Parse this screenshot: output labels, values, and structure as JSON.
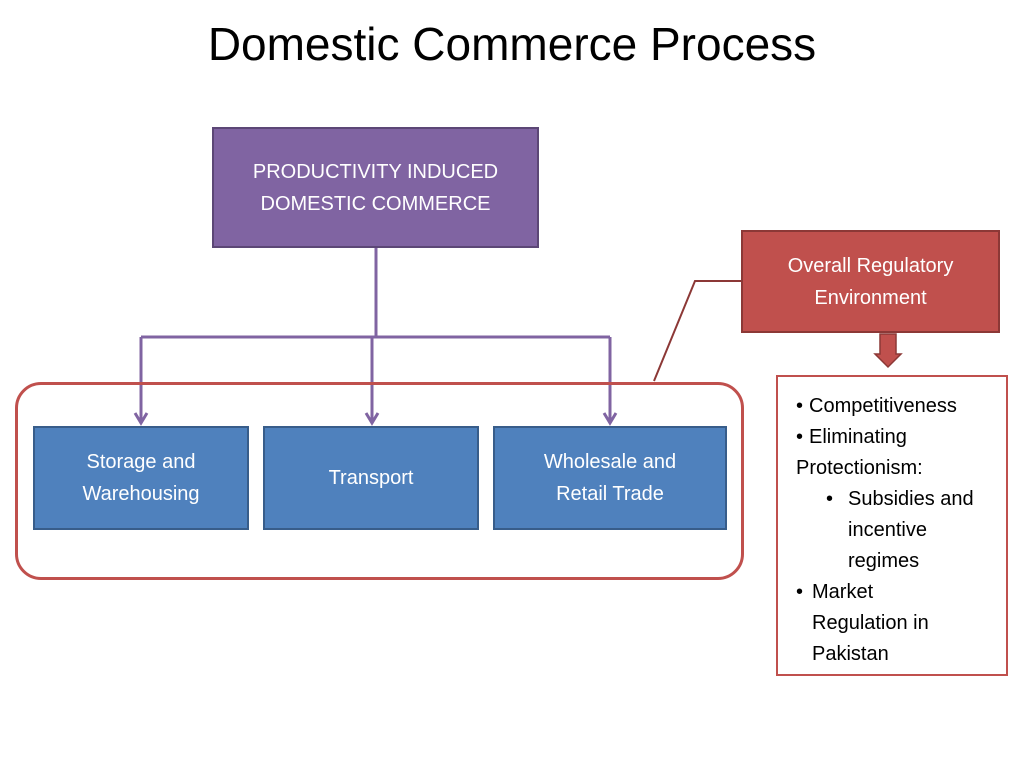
{
  "slide": {
    "title": "Domestic Commerce Process"
  },
  "nodes": {
    "top": {
      "line1": "PRODUCTIVITY INDUCED",
      "line2": "DOMESTIC COMMERCE"
    },
    "storage": {
      "line1": "Storage and",
      "line2": "Warehousing"
    },
    "transport": {
      "label": "Transport"
    },
    "wholesale": {
      "line1": "Wholesale and",
      "line2": "Retail Trade"
    },
    "regulatory": {
      "line1": "Overall Regulatory",
      "line2": "Environment"
    }
  },
  "bullets": {
    "marker": "•",
    "competitiveness": "Competitiveness",
    "eliminating_line1": "Eliminating",
    "eliminating_line2": "Protectionism:",
    "subsidies_line1": "Subsidies and",
    "subsidies_line2": "incentive",
    "subsidies_line3": "regimes",
    "market_line1": "Market",
    "market_line2": "Regulation in",
    "market_line3": "Pakistan"
  },
  "colors": {
    "purple_fill": "#8064a2",
    "blue_fill": "#4f81bd",
    "red_fill": "#c0504d",
    "connector_purple": "#8064a2",
    "connector_red": "#8c3836"
  }
}
